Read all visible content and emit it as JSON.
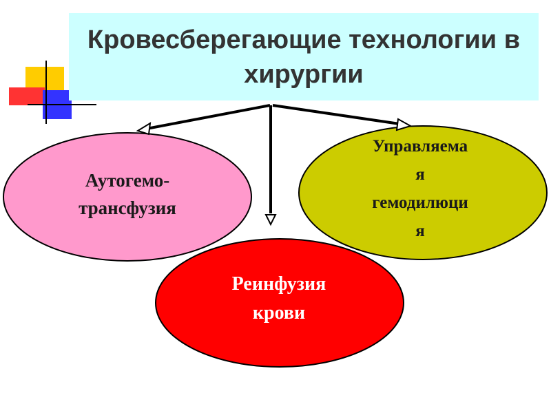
{
  "title": "Кровесберегающие технологии в хирургии",
  "colors": {
    "title_bg": "#ccffff",
    "autohemo_fill": "#ff99cc",
    "hemodilution_fill": "#cccc00",
    "reinfusion_fill": "#ff0000",
    "arrow": "#000000",
    "deco_yellow": "#ffcc00",
    "deco_red": "#ff3333",
    "deco_blue": "#3333ff"
  },
  "nodes": {
    "autohemotransfusion": "Аутогемо-\nтрансфузия",
    "managed_hemodilution": "Управляема\nя\nгемодилюци\nя",
    "blood_reinfusion": "Реинфузия\nкрови"
  }
}
